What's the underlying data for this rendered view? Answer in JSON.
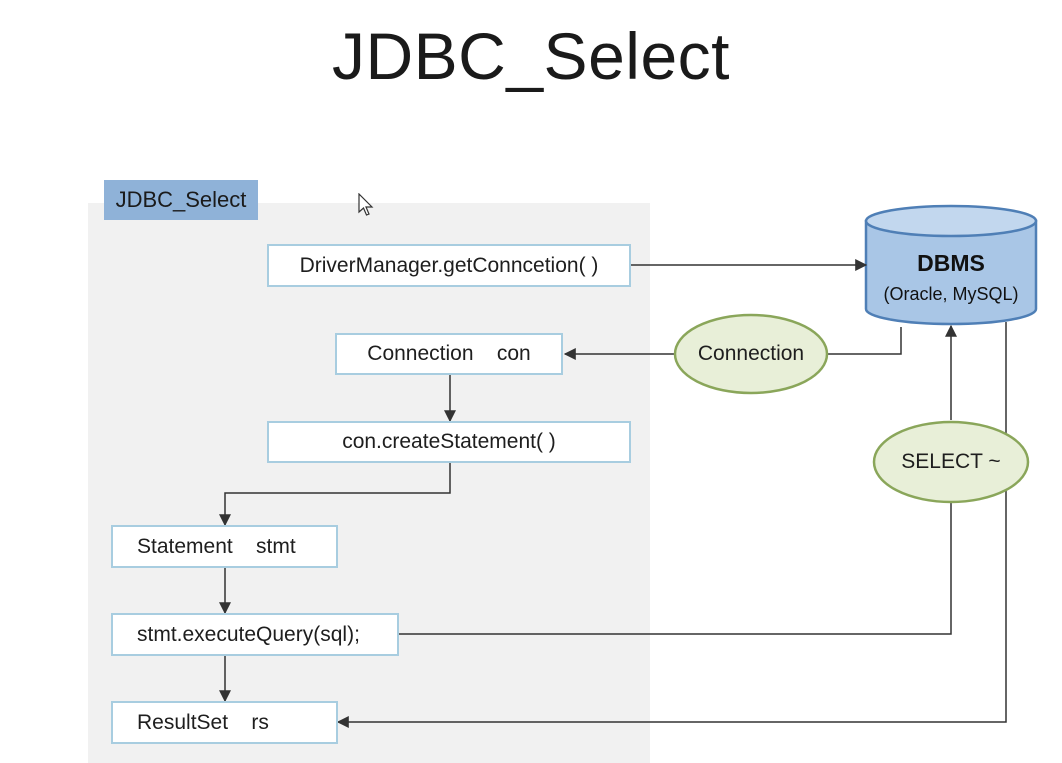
{
  "title": "JDBC_Select",
  "panel": {
    "label": "JDBC_Select"
  },
  "steps": {
    "get_connection": "DriverManager.getConncetion( )",
    "connection": "Connection    con",
    "create_statement": "con.createStatement( )",
    "statement": "Statement    stmt",
    "execute_query": "stmt.executeQuery(sql);",
    "result_set": "ResultSet    rs"
  },
  "dbms": {
    "name": "DBMS",
    "products": "(Oracle, MySQL)"
  },
  "labels": {
    "connection": "Connection",
    "select": "SELECT ~"
  },
  "colors": {
    "panel": "#f1f1f1",
    "tag": "#8fb2d8",
    "box_border": "#a8cde0",
    "db_fill": "#a9c6e6",
    "db_border": "#4f7fb6",
    "ellipse_fill": "#e8efd8",
    "ellipse_border": "#8aa65a",
    "arrow": "#333333"
  }
}
